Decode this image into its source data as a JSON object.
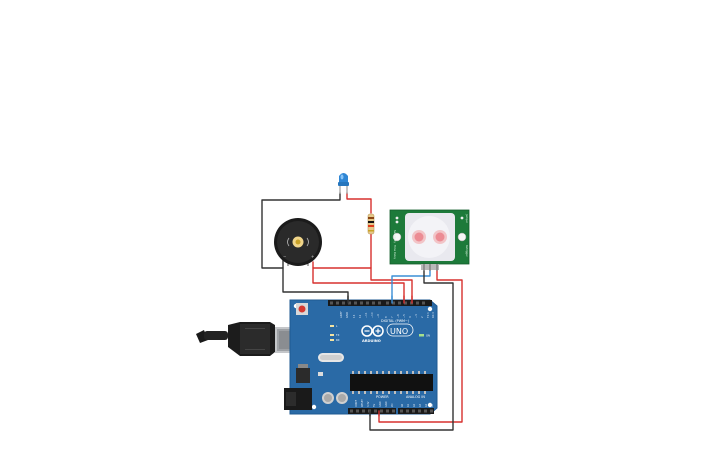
{
  "circuit": {
    "board": {
      "logo_text": "UNO",
      "brand_text": "ARDUINO",
      "digital_label": "DIGITAL (PWM~)",
      "power_label": "POWER",
      "analog_label": "ANALOG IN",
      "pwr_label": "ON",
      "tx_label": "TX",
      "rx_label": "RX",
      "l_label": "L",
      "aref_label": "AREF",
      "gnd_label": "GND",
      "digital_pins": [
        "13",
        "12",
        "~11",
        "~10",
        "~9",
        "8",
        "7",
        "~6",
        "~5",
        "4",
        "~3",
        "2",
        "TX 1",
        "RX 0"
      ],
      "power_pins": [
        "IOREF",
        "RESET",
        "3.3V",
        "5V",
        "GND",
        "GND",
        "Vin"
      ],
      "analog_pins": [
        "A0",
        "A1",
        "A2",
        "A3",
        "A4",
        "A5"
      ]
    },
    "pir_sensor": {
      "left_labels": [
        "Sensitivity",
        "Time Delay"
      ],
      "right_labels": [
        "Jumper",
        "Retrigger"
      ]
    },
    "colors": {
      "board_blue": "#2a6aa6",
      "board_dark": "#1f5a92",
      "pir_green": "#1d7a3a",
      "wire_red": "#d7312e",
      "wire_black": "#333333",
      "wire_blue": "#3b8fd6",
      "led_blue": "#2f86d4"
    },
    "icons": [
      "usb-cable-icon",
      "buzzer-icon",
      "led-icon",
      "resistor-icon",
      "pir-sensor-icon"
    ]
  }
}
